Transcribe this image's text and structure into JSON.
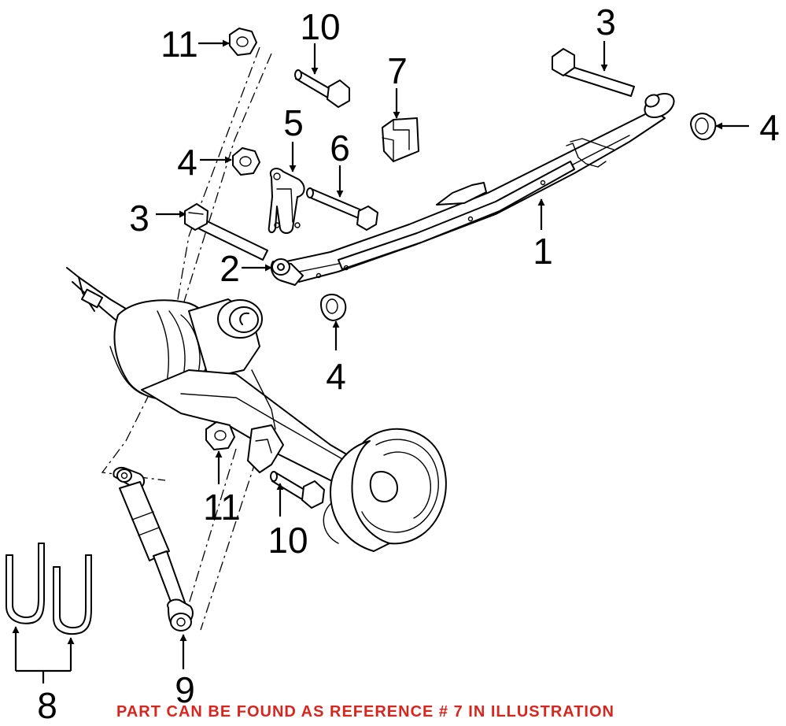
{
  "callouts": [
    {
      "id": "c1a",
      "label": "1"
    },
    {
      "id": "c2a",
      "label": "2"
    },
    {
      "id": "c3a",
      "label": "3"
    },
    {
      "id": "c3b",
      "label": "3"
    },
    {
      "id": "c4a",
      "label": "4"
    },
    {
      "id": "c4b",
      "label": "4"
    },
    {
      "id": "c4c",
      "label": "4"
    },
    {
      "id": "c5a",
      "label": "5"
    },
    {
      "id": "c6a",
      "label": "6"
    },
    {
      "id": "c7a",
      "label": "7"
    },
    {
      "id": "c8a",
      "label": "8"
    },
    {
      "id": "c9a",
      "label": "9"
    },
    {
      "id": "c10a",
      "label": "10"
    },
    {
      "id": "c10b",
      "label": "10"
    },
    {
      "id": "c11a",
      "label": "11"
    },
    {
      "id": "c11b",
      "label": "11"
    }
  ],
  "note": "PART CAN BE FOUND AS REFERENCE # 7 IN ILLUSTRATION",
  "colors": {
    "note": "#d7261e",
    "line": "#000000",
    "background": "#ffffff"
  }
}
